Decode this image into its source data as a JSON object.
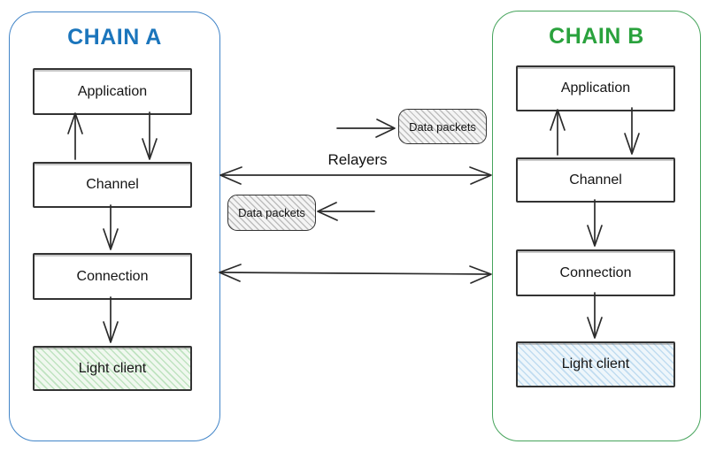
{
  "chains": [
    {
      "id": "chain-a",
      "title": "CHAIN A",
      "title_color": "#1b75bc",
      "border_color": "#4285c8",
      "boxes": [
        "Application",
        "Channel",
        "Connection",
        "Light client"
      ],
      "light_client_fill": "#d4ecd5"
    },
    {
      "id": "chain-b",
      "title": "CHAIN B",
      "title_color": "#2aa23d",
      "border_color": "#46a45c",
      "boxes": [
        "Application",
        "Channel",
        "Connection",
        "Light client"
      ],
      "light_client_fill": "#cfe3f3"
    }
  ],
  "middle": {
    "relayers_label": "Relayers",
    "data_packet_top_label": "Data packets",
    "data_packet_bottom_label": "Data packets"
  },
  "links": [
    {
      "name": "relayers-link",
      "type": "bidirectional",
      "between": [
        "Channel (Chain A)",
        "Channel (Chain B)"
      ]
    },
    {
      "name": "connection-link",
      "type": "bidirectional",
      "between": [
        "Connection (Chain A)",
        "Connection (Chain B)"
      ]
    },
    {
      "name": "packet-to-chain-b",
      "type": "right"
    },
    {
      "name": "packet-to-chain-a",
      "type": "left"
    }
  ],
  "colors": {
    "stroke": "#2b2b2b",
    "packet_pill_fill": "#efefef"
  }
}
